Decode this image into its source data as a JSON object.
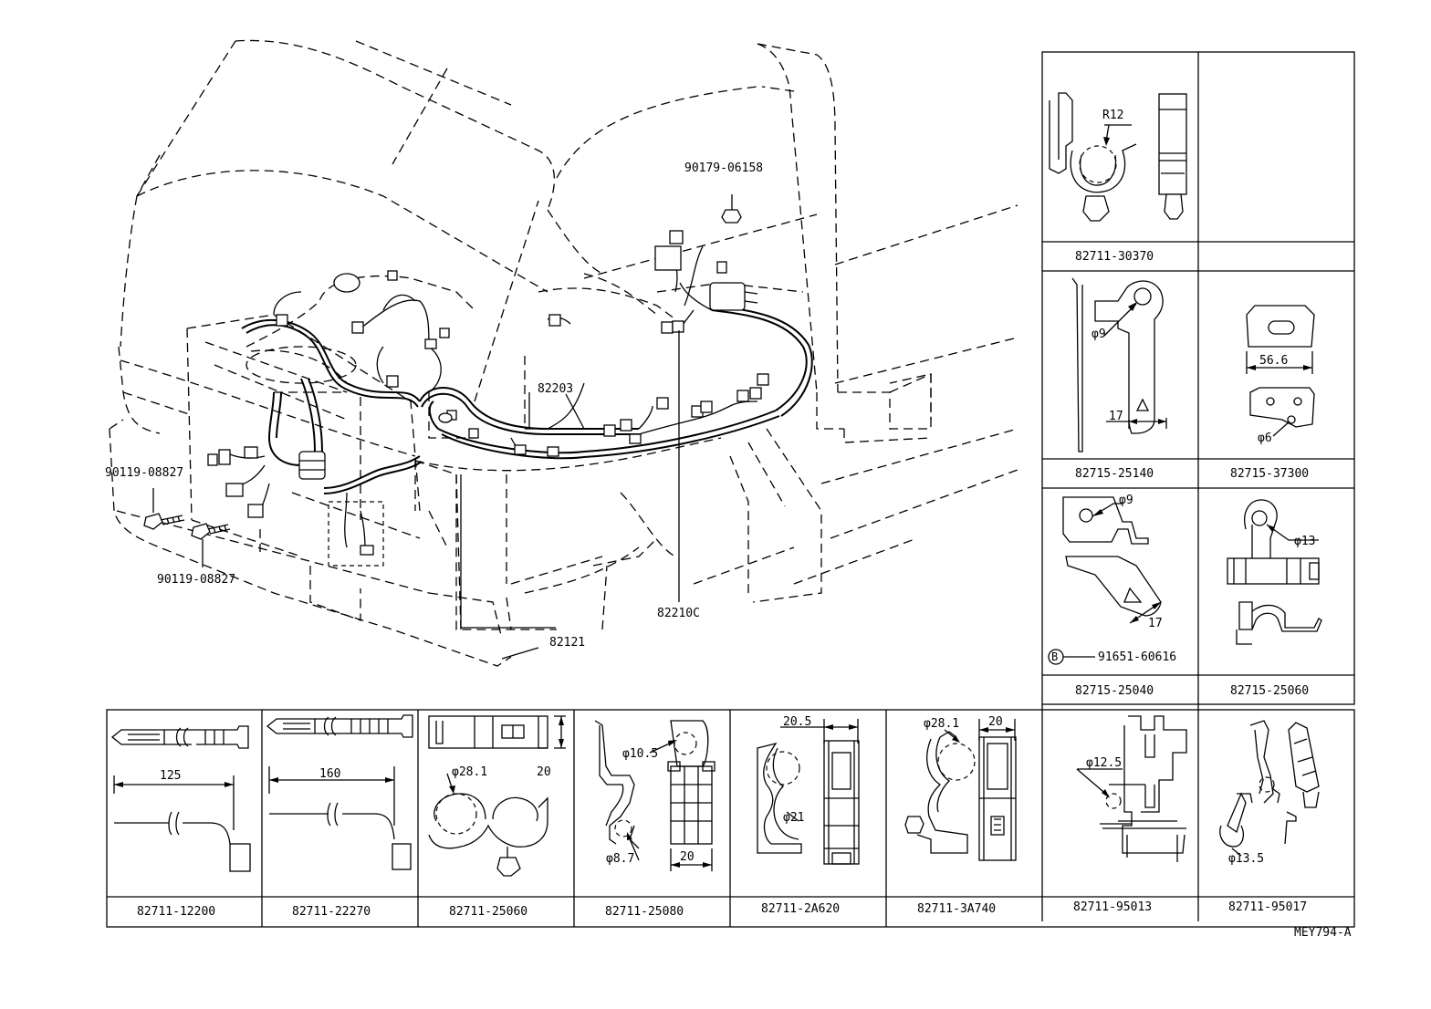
{
  "main": {
    "callouts": [
      {
        "id": "c1",
        "text": "90179-06158"
      },
      {
        "id": "c2",
        "text": "82203"
      },
      {
        "id": "c3",
        "text": "90119-08827"
      },
      {
        "id": "c4",
        "text": "90119-08827"
      },
      {
        "id": "c5",
        "text": "82210C"
      },
      {
        "id": "c6",
        "text": "82121"
      }
    ]
  },
  "right_panel": {
    "cells": [
      {
        "part": "82711-30370",
        "dims": [
          "R12"
        ]
      },
      {
        "part": "",
        "dims": []
      },
      {
        "part": "82715-25140",
        "dims": [
          "φ9",
          "17"
        ]
      },
      {
        "part": "82715-37300",
        "dims": [
          "56.6",
          "φ6"
        ]
      },
      {
        "part": "82715-25040",
        "dims": [
          "φ9",
          "17"
        ]
      },
      {
        "part": "82715-25060",
        "dims": [
          "φ13"
        ]
      }
    ],
    "bolt_note": {
      "symbol": "B",
      "text": "91651-60616"
    }
  },
  "bottom_panel": {
    "cells": [
      {
        "part": "82711-12200",
        "dims": [
          "125"
        ]
      },
      {
        "part": "82711-22270",
        "dims": [
          "160"
        ]
      },
      {
        "part": "82711-25060",
        "dims": [
          "φ28.1",
          "20"
        ]
      },
      {
        "part": "82711-25080",
        "dims": [
          "φ10.5",
          "φ8.7",
          "20"
        ]
      },
      {
        "part": "82711-2A620",
        "dims": [
          "20.5",
          "φ21"
        ]
      },
      {
        "part": "82711-3A740",
        "dims": [
          "φ28.1",
          "20"
        ]
      },
      {
        "part": "82711-95013",
        "dims": [
          "φ12.5"
        ]
      },
      {
        "part": "82711-95017",
        "dims": [
          "φ13.5"
        ]
      }
    ]
  },
  "figure_code": "MEY794-A"
}
